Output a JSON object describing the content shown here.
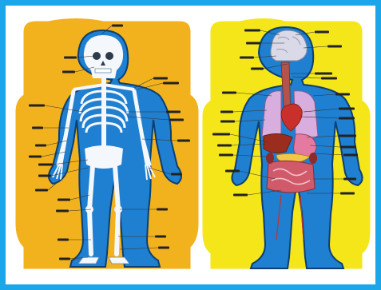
{
  "colors": {
    "frame": "#1aa6e8",
    "left_panel_fill": "#f2b21d",
    "right_panel_fill": "#f5e61a",
    "panel_outline": "#ffffff",
    "body_fill": "#1f7fd0",
    "body_outline": "#0c3f73",
    "bone_fill": "#f4f7fb",
    "bone_outline": "#6a8aa8",
    "label_text": "#222222",
    "leader_line": "#333333",
    "brain": "#d9d9e8",
    "lungs": "#d7aedd",
    "heart": "#c9302c",
    "liver": "#9b2d1e",
    "stomach": "#e47aa0",
    "intestines": "#d05a6a",
    "pancreas": "#f2c54b",
    "esophagus": "#b5524a"
  },
  "panels": [
    {
      "name": "skeleton-panel",
      "side": "left"
    },
    {
      "name": "organs-panel",
      "side": "right"
    }
  ]
}
